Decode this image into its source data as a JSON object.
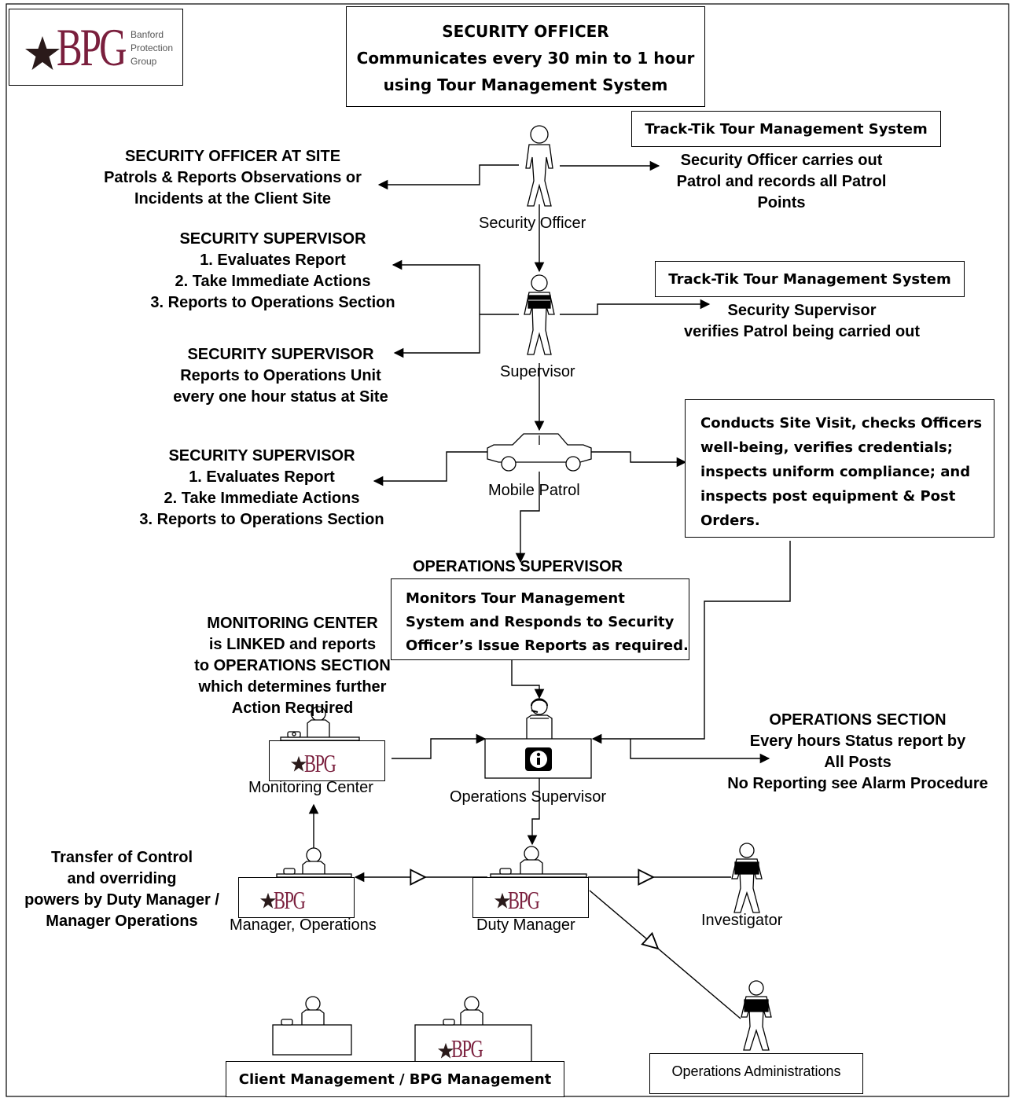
{
  "logo": {
    "letters": "BPG",
    "company_lines": [
      "Banford",
      "Protection",
      "Group"
    ]
  },
  "header": {
    "lines": [
      "SECURITY OFFICER",
      "Communicates every 30 min to 1 hour",
      "using Tour Management System"
    ]
  },
  "tracktik_1": "Track-Tik Tour Management System",
  "tracktik_2": "Track-Tik Tour Management System",
  "officer_at_site": {
    "lines": [
      "SECURITY OFFICER AT SITE",
      "Patrols & Reports Observations  or",
      "Incidents at the Client Site"
    ]
  },
  "officer_patrol": {
    "lines": [
      "Security Officer carries out",
      "Patrol and records all Patrol",
      "Points"
    ]
  },
  "supervisor_eval_1": {
    "lines": [
      "SECURITY SUPERVISOR",
      "1. Evaluates Report",
      "2. Take Immediate Actions",
      "3. Reports to Operations Section"
    ]
  },
  "supervisor_hourly": {
    "lines": [
      "SECURITY SUPERVISOR",
      "Reports to Operations Unit",
      "every one hour status at Site"
    ]
  },
  "supervisor_verifies": {
    "lines": [
      "Security Supervisor",
      "verifies Patrol being carried out"
    ]
  },
  "supervisor_eval_2": {
    "lines": [
      "SECURITY SUPERVISOR",
      "1. Evaluates Report",
      "2. Take Immediate Actions",
      "3. Reports to Operations Section"
    ]
  },
  "site_visit": {
    "lines": [
      "Conducts Site Visit, checks Officers",
      "well-being, verifies credentials;",
      "inspects uniform compliance; and",
      "inspects post equipment & Post",
      "Orders."
    ]
  },
  "ops_supervisor_title": "OPERATIONS SUPERVISOR",
  "ops_supervisor_box": {
    "lines": [
      "Monitors Tour Management",
      "System and Responds to Security",
      "Officer’s Issue Reports as required."
    ]
  },
  "monitoring_center_text": {
    "lines": [
      "MONITORING CENTER",
      "is LINKED and reports",
      "to OPERATIONS SECTION",
      "which determines further",
      "Action Required"
    ]
  },
  "ops_section": {
    "lines": [
      "OPERATIONS SECTION",
      "Every hours Status report by",
      "All Posts",
      "No Reporting see Alarm Procedure"
    ]
  },
  "transfer_control": {
    "lines": [
      "Transfer of Control",
      "and overriding",
      "powers by Duty Manager /",
      "Manager Operations"
    ]
  },
  "figures": {
    "security_officer": "Security Officer",
    "supervisor": "Supervisor",
    "mobile_patrol": "Mobile Patrol",
    "monitoring_center": "Monitoring Center",
    "operations_supervisor": "Operations Supervisor",
    "manager_operations": "Manager, Operations",
    "duty_manager": "Duty Manager",
    "investigator": "Investigator"
  },
  "client_management": "Client Management / BPG Management",
  "operations_admin": "Operations Administrations",
  "colors": {
    "brand": "#7a1f3d",
    "star": "#2a1a1a",
    "line": "#000000"
  }
}
